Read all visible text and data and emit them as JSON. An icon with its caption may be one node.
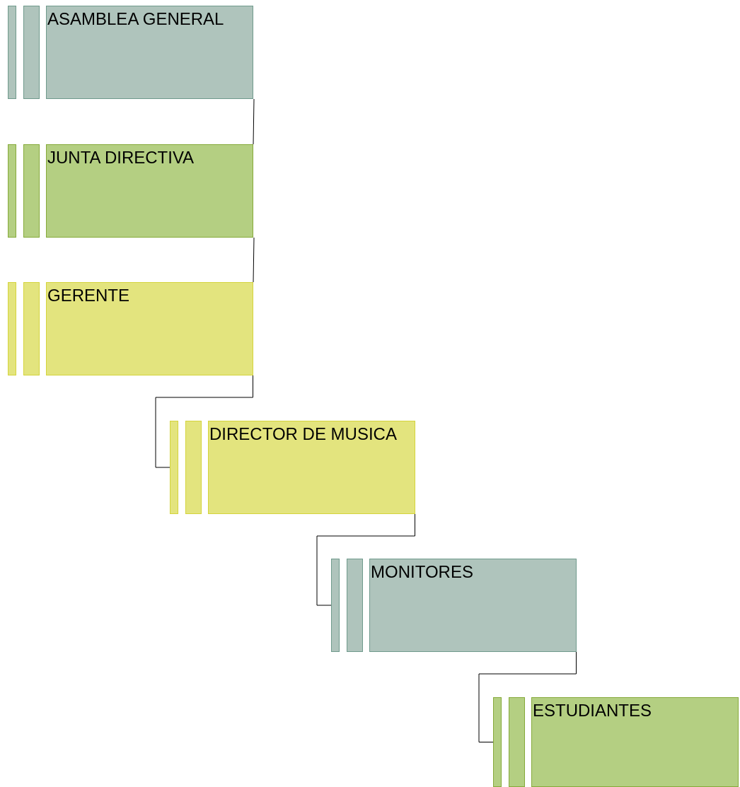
{
  "diagram": {
    "nodes": [
      {
        "text": [
          "ASAMBLEA GENERAL"
        ]
      },
      {
        "text": [
          "JUNTA DIRECTIVA"
        ]
      },
      {
        "text": [
          "GERENTE"
        ]
      },
      {
        "text": [
          "DIRECTOR DE MUSICA"
        ]
      },
      {
        "text": [
          "MONITORES"
        ]
      },
      {
        "text": [
          "ESTUDIANTES"
        ]
      }
    ],
    "edges": [
      {
        "from": 0,
        "to": 1,
        "arrow": "none"
      },
      {
        "from": 1,
        "to": 2,
        "arrow": "none"
      },
      {
        "from": 2,
        "to": 3,
        "arrow": "none"
      },
      {
        "from": 3,
        "to": 4,
        "arrow": "none"
      },
      {
        "from": 4,
        "to": 5,
        "arrow": "none"
      }
    ]
  }
}
